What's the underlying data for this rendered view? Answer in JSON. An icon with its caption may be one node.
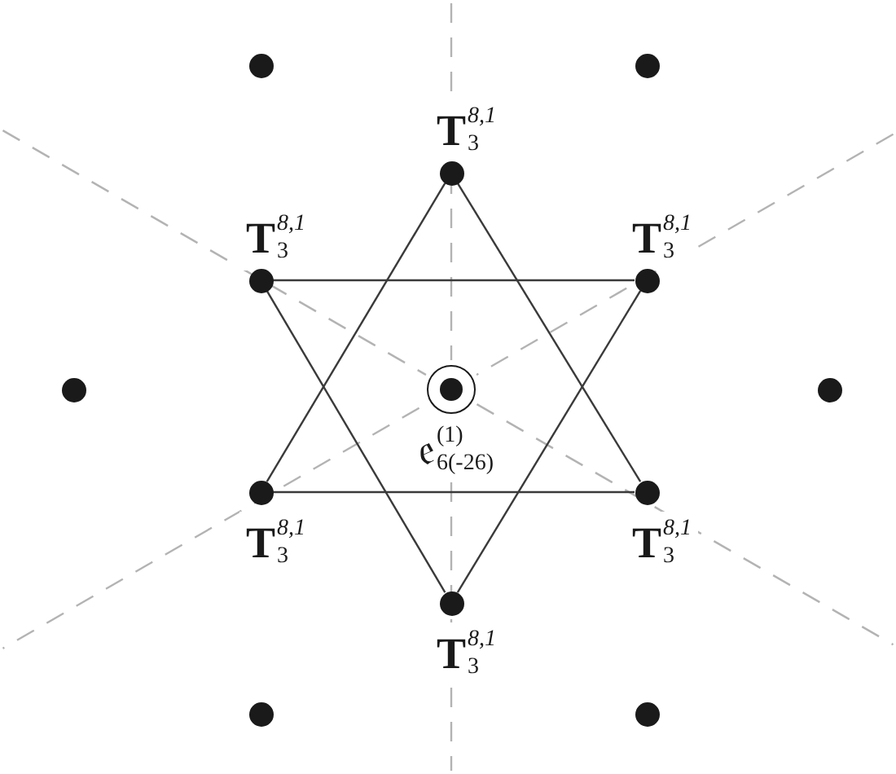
{
  "diagram": {
    "nodes": [
      {
        "text": [],
        "shape": "circle"
      },
      {
        "text": [],
        "shape": "circle"
      },
      {
        "text": [],
        "shape": "circle",
        "beside": [
          "**T**$^{8,1}$$_{3}$"
        ]
      },
      {
        "text": [],
        "shape": "circle",
        "beside": [
          "**T**$^{8,1}$$_{3}$"
        ]
      },
      {
        "text": [],
        "shape": "circle",
        "beside": [
          "**T**$^{8,1}$$_{3}$"
        ]
      },
      {
        "text": [],
        "shape": "circle"
      },
      {
        "text": [],
        "shape": "circle",
        "beside": [
          "𝔢$^{(1)}$$_{6(-26)}$"
        ]
      },
      {
        "text": [],
        "shape": "circle",
        "in": 6
      },
      {
        "text": [],
        "shape": "circle"
      },
      {
        "text": [],
        "shape": "circle",
        "beside": [
          "**T**$^{8,1}$$_{3}$"
        ]
      },
      {
        "text": [],
        "shape": "circle",
        "beside": [
          "**T**$^{8,1}$$_{3}$"
        ]
      },
      {
        "text": [],
        "shape": "circle",
        "beside": [
          "**T**$^{8,1}$$_{3}$"
        ]
      },
      {
        "text": [],
        "shape": "circle"
      },
      {
        "text": [],
        "shape": "circle"
      }
    ],
    "edges": [
      {
        "from": 2,
        "to": 9,
        "arrow": "none"
      },
      {
        "from": 2,
        "to": 10,
        "arrow": "none"
      },
      {
        "from": 9,
        "to": 10,
        "arrow": "none"
      },
      {
        "from": 11,
        "to": 3,
        "arrow": "none"
      },
      {
        "from": 11,
        "to": 4,
        "arrow": "none"
      },
      {
        "from": 3,
        "to": 4,
        "arrow": "none"
      }
    ]
  }
}
